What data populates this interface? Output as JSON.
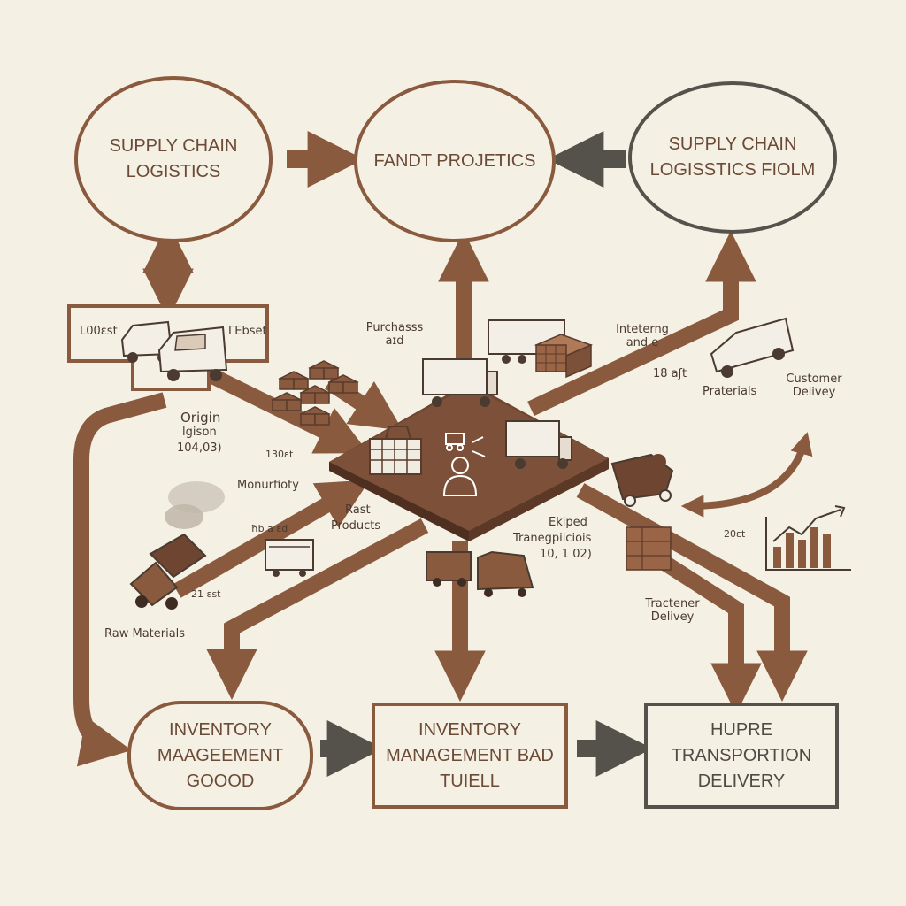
{
  "colors": {
    "background": "#f5f0e4",
    "brown": "#8a5a3f",
    "dark_brown": "#6e4530",
    "gray": "#55524b",
    "label": "#4a3a30"
  },
  "nodes": {
    "top_left": "SUPPLY CHAIN LOGISTICS",
    "top_center": "FANDT PROJETICS",
    "top_right": "SUPPLY CHAIN LOGISSTICS FIOLM",
    "bottom_left": "INVENTORY MAAGEEMENT GOOOD",
    "bottom_center": "INVENTORY MANAGEMENT BAD TUIELL",
    "bottom_right": "HUPRE TRANSPORTION DELIVERY"
  },
  "labels": {
    "lost": "L00ɛst",
    "tebset": "ΓEbset",
    "purchases": "Purchasss aɪd",
    "intering": "Inteterng and e",
    "est_18": "18 aʃt",
    "praterials": "Praterials",
    "customer_delivery": "Customer Delivey",
    "origin": "Origin",
    "igen": "lgisɒn",
    "code_104": "104,03)",
    "num_130": "130ɛt",
    "manufacturing": "Monurfioty",
    "rast": "Rast",
    "products": "Products",
    "num_hb": "ħb a ɛd",
    "num_21": "21 ɛst",
    "raw_materials": "Raw Materials",
    "skiped": "Ekiped",
    "transactions": "Tranegpiiciois",
    "code_10": "10, 1 02)",
    "num_20": "20ɛt",
    "tracer_delivery": "Tractener Delivey"
  }
}
